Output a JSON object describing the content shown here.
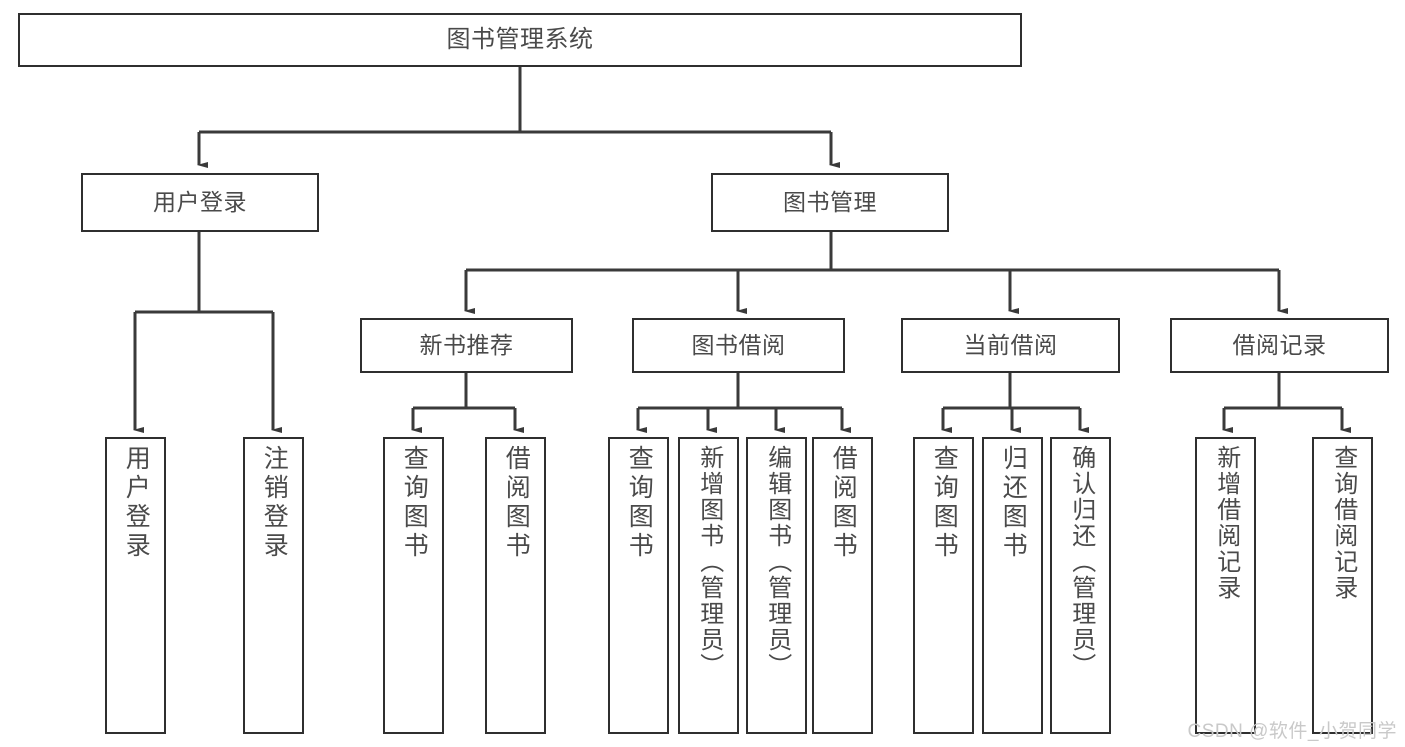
{
  "diagram": {
    "title": "图书管理系统",
    "type": "hierarchy-tree",
    "root": {
      "label": "图书管理系统"
    },
    "level2": [
      {
        "label": "用户登录"
      },
      {
        "label": "图书管理"
      }
    ],
    "level3": [
      {
        "label": "新书推荐"
      },
      {
        "label": "图书借阅"
      },
      {
        "label": "当前借阅"
      },
      {
        "label": "借阅记录"
      }
    ],
    "leaves": {
      "user_login": [
        {
          "label": "用户登录"
        },
        {
          "label": "注销登录"
        }
      ],
      "new_book_recommend": [
        {
          "label": "查询图书"
        },
        {
          "label": "借阅图书"
        }
      ],
      "book_borrow": [
        {
          "label": "查询图书"
        },
        {
          "label": "新增图书（管理员）"
        },
        {
          "label": "编辑图书（管理员）"
        },
        {
          "label": "借阅图书"
        }
      ],
      "current_borrow": [
        {
          "label": "查询图书"
        },
        {
          "label": "归还图书"
        },
        {
          "label": "确认归还（管理员）"
        }
      ],
      "borrow_record": [
        {
          "label": "新增借阅记录"
        },
        {
          "label": "查询借阅记录"
        }
      ]
    }
  },
  "watermark": {
    "text": "CSDN @软件_小贺同学"
  },
  "colors": {
    "border": "#2f2f2f",
    "text": "#4a4a4a",
    "edge": "#3a3a3a",
    "background": "#ffffff",
    "watermark": "#c9c9c9"
  }
}
